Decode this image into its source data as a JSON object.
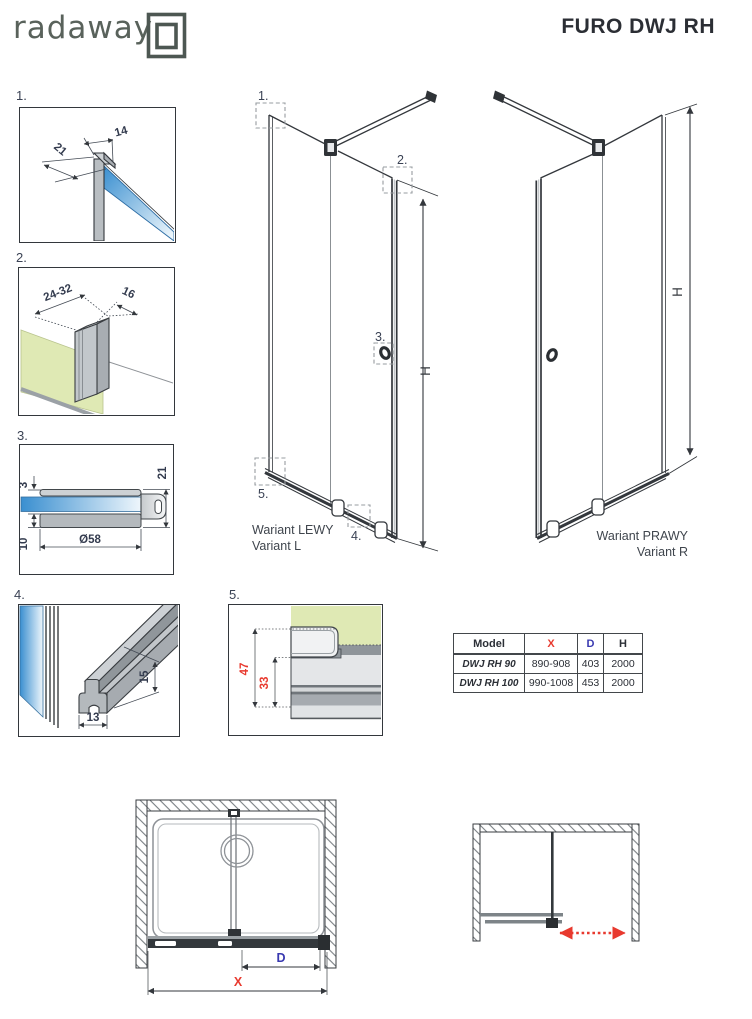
{
  "header": {
    "logo_text": "radaway",
    "title": "FURO DWJ RH"
  },
  "details": {
    "d1": {
      "label": "1.",
      "dim_width": "14",
      "dim_depth": "21"
    },
    "d2": {
      "label": "2.",
      "dim_range": "24-32",
      "dim_side": "16"
    },
    "d3": {
      "label": "3.",
      "dim_offset": "3",
      "dim_base": "10",
      "dim_diameter": "Ø58",
      "dim_height": "21"
    },
    "d4": {
      "label": "4.",
      "dim_width": "13",
      "dim_height": "15"
    },
    "d5": {
      "label": "5.",
      "dim_outer": "47",
      "dim_inner": "33"
    }
  },
  "elevations": {
    "left": {
      "dim_h": "H",
      "title_pl": "Wariant LEWY",
      "title_en": "Variant L"
    },
    "right": {
      "dim_h": "H",
      "title_pl": "Wariant PRAWY",
      "title_en": "Variant R"
    }
  },
  "plans": {
    "left": {
      "dim_d": "D",
      "dim_x": "X"
    }
  },
  "table": {
    "headers": [
      "Model",
      "X",
      "D",
      "H"
    ],
    "rows": [
      {
        "model": "DWJ RH 90",
        "x": "890-908",
        "d": "403",
        "h": "2000"
      },
      {
        "model": "DWJ RH 100",
        "x": "990-1008",
        "d": "453",
        "h": "2000"
      }
    ]
  },
  "colors": {
    "accent_red": "#e8392e",
    "accent_blue": "#3939b0",
    "glass_blue": "#3a8fd0",
    "wall_green": "#dfe9b4"
  }
}
